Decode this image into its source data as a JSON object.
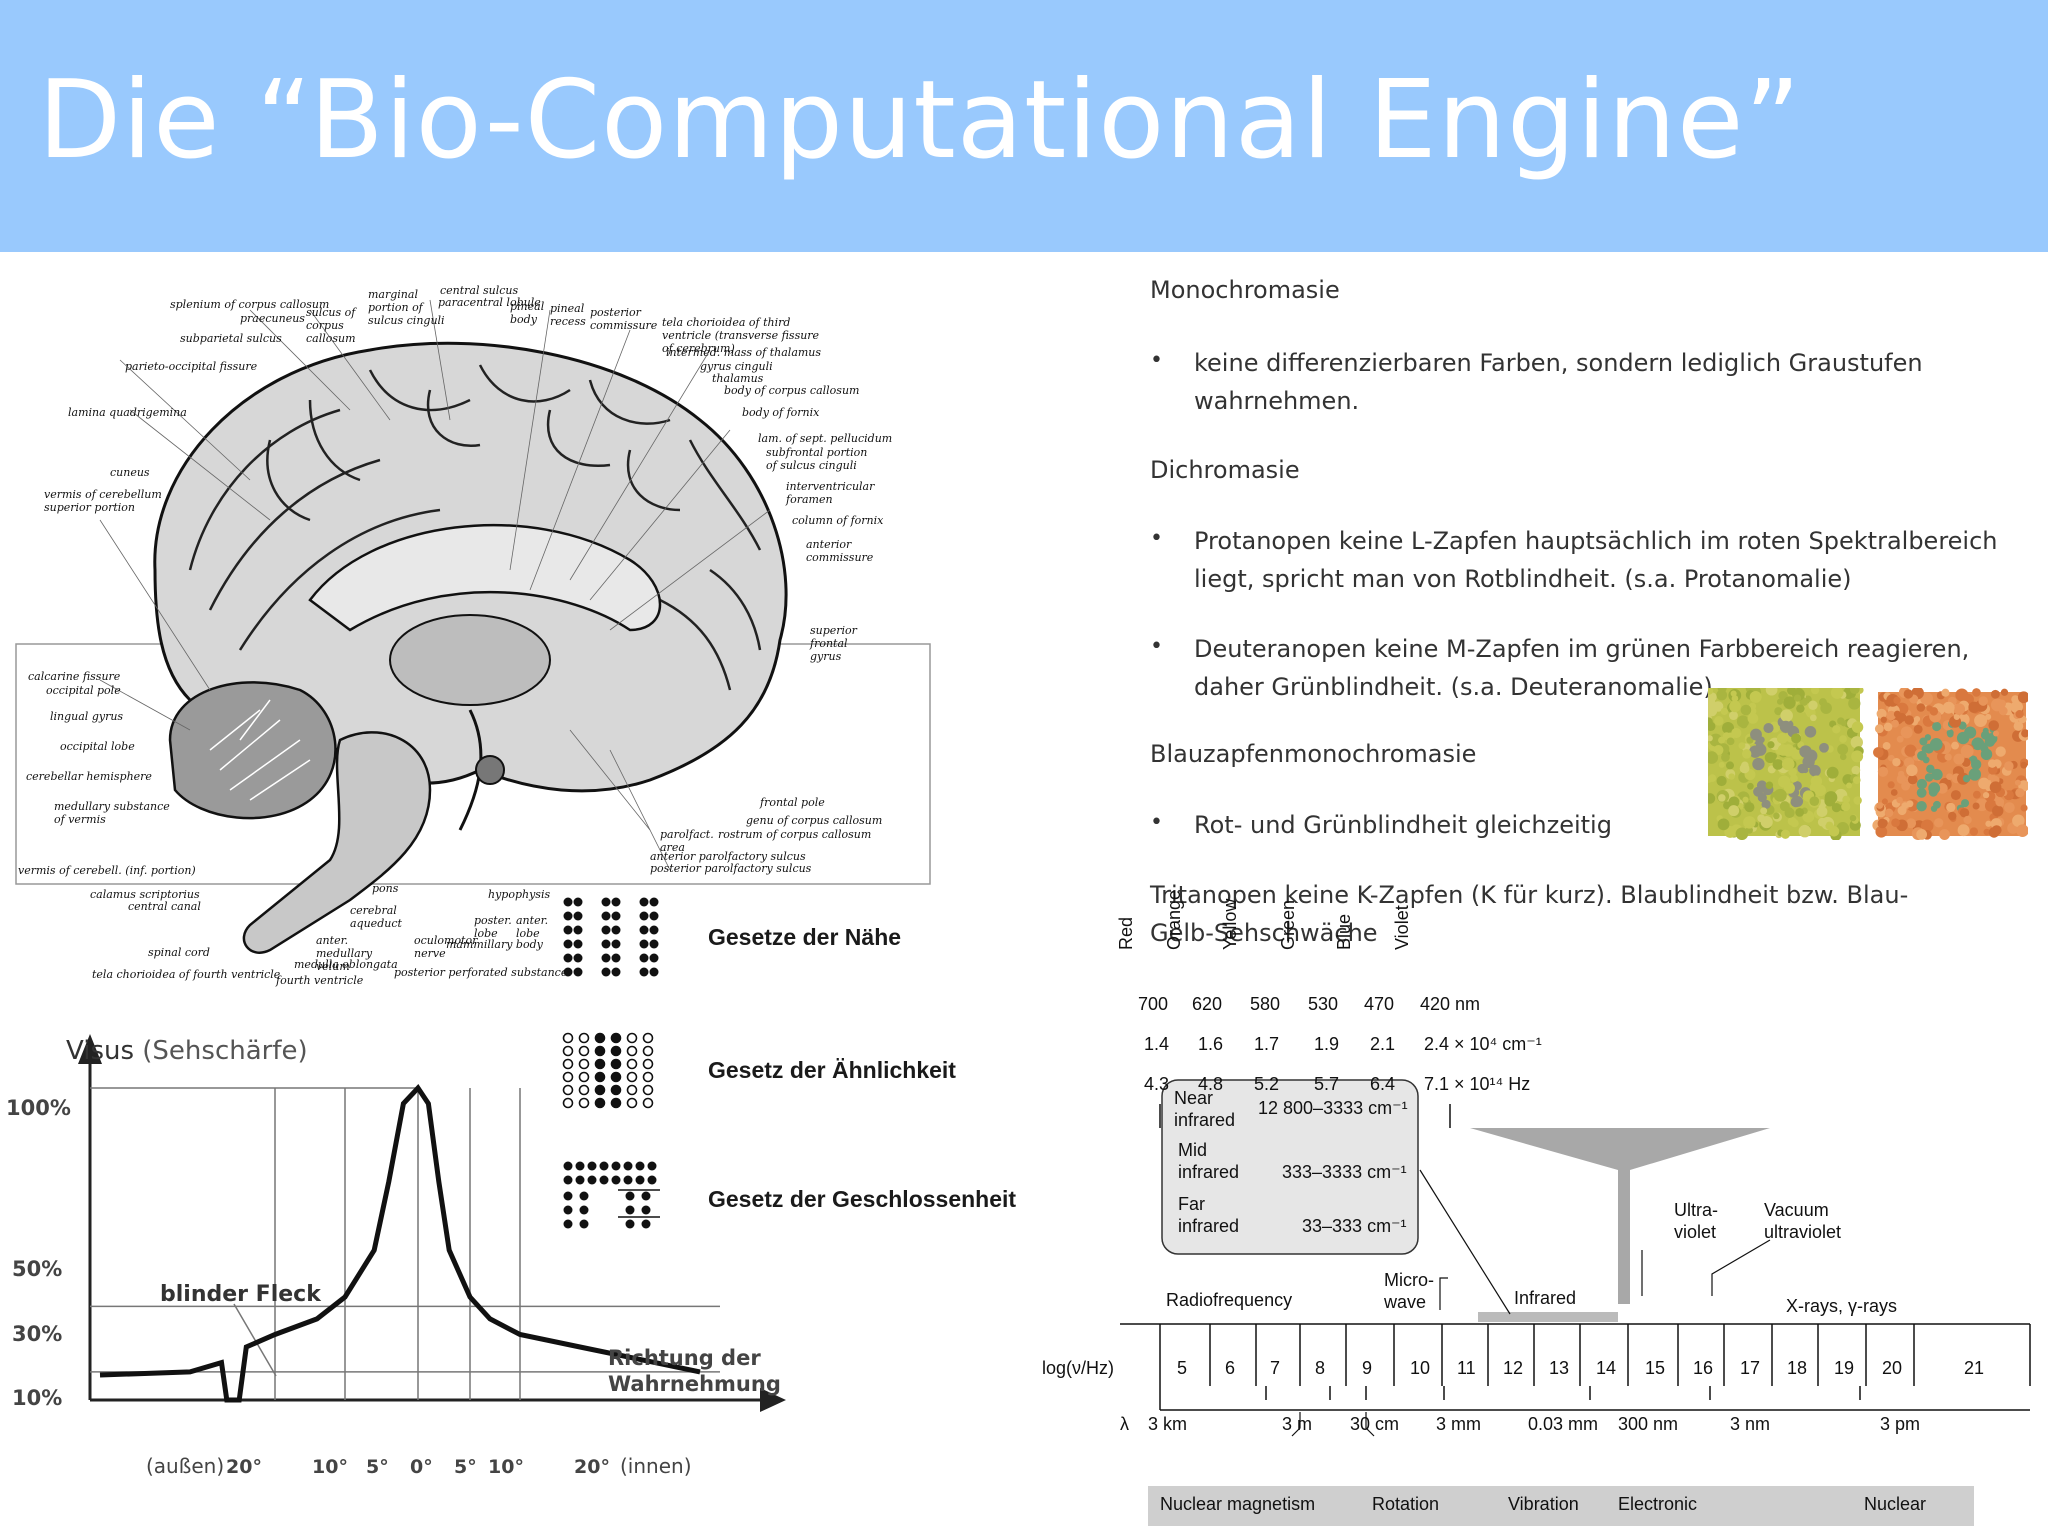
{
  "slide": {
    "title": "Die “Bio-Computational Engine”"
  },
  "text_panel": {
    "monochromasie": {
      "heading": "Monochromasie",
      "bullet": "keine differenzierbaren Farben, sondern lediglich Graustufen wahrnehmen."
    },
    "dichromasie": {
      "heading": "Dichromasie",
      "bullets": [
        "Protanopen keine L-Zapfen hauptsächlich im roten Spektralbereich liegt, spricht man von Rotblindheit. (s.a. Protanomalie)",
        "Deuteranopen keine M-Zapfen  im grünen Farbbereich reagieren, daher Grünblindheit. (s.a. Deuteranomalie)"
      ]
    },
    "blauzapfen": {
      "heading": "Blauzapfenmonochromasie",
      "bullet": "Rot- und Grünblindheit gleichzeitig"
    },
    "tritanopen": "Tritanopen keine K-Zapfen (K für kurz). Blaublindheit bzw. Blau-Gelb-Sehschwäche",
    "bullet_symbol": "•"
  },
  "brain_labels": [
    "splenium of corpus callosum",
    "praecuneus",
    "subparietal sulcus",
    "parieto-occipital fissure",
    "lamina quadrigemina",
    "cuneus",
    "vermis of cerebellum superior portion",
    "calcarine fissure",
    "occipital pole",
    "lingual gyrus",
    "occipital lobe",
    "cerebellar hemisphere",
    "medullary substance of vermis",
    "vermis of cerebell. (inf. portion)",
    "calamus scriptorius",
    "central canal",
    "spinal cord",
    "tela chorioidea of fourth ventricle",
    "marginal portion of sulcus cinguli",
    "sulcus of corpus callosum",
    "central sulcus",
    "paracentral lobule",
    "pineal body",
    "pineal recess",
    "posterior commissure",
    "tela chorioidea of third ventricle (transverse fissure of cerebrum)",
    "intermed. mass of thalamus",
    "gyrus cinguli",
    "thalamus",
    "body of corpus callosum",
    "body of fornix",
    "lam. of sept. pellucidum",
    "subfrontal portion of sulcus cinguli",
    "interventricular foramen",
    "column of fornix",
    "anterior commissure",
    "superior frontal gyrus",
    "frontal pole",
    "genu of corpus callosum",
    "rostrum of corpus callosum",
    "parolfact. area",
    "anterior parolfactory sulcus",
    "posterior parolfactory sulcus",
    "pons",
    "cerebral aqueduct",
    "anter. medullary velum",
    "medulla oblongata",
    "fourth ventricle",
    "hypophysis",
    "poster. lobe",
    "anter. lobe",
    "oculomotor nerve",
    "mammillary body",
    "posterior perforated substance"
  ],
  "gestalt": {
    "items": [
      {
        "label": "Gesetze der Nähe"
      },
      {
        "label": "Gesetz der Ähnlichkeit"
      },
      {
        "label": "Gesetz der Geschlossenheit"
      }
    ]
  },
  "visus_chart": {
    "title_main": "Visus",
    "title_paren": "(Sehschärfe)",
    "blind_spot_label": "blinder Fleck",
    "direction_label_1": "Richtung der",
    "direction_label_2": "Wahrnehmung",
    "y_ticks": [
      "100%",
      "50%",
      "30%",
      "10%"
    ],
    "x_ticks": [
      "(außen)",
      "20°",
      "10°",
      "5°",
      "0°",
      "5°",
      "10°",
      "20°",
      "(innen)"
    ]
  },
  "chart_data": {
    "type": "line",
    "title": "Visus (Sehschärfe)",
    "xlabel": "Richtung der Wahrnehmung",
    "ylabel": "",
    "x_tick_labels": [
      "(außen) 20°",
      "10°",
      "5°",
      "0°",
      "5°",
      "10°",
      "20° (innen)"
    ],
    "y_tick_labels": [
      "100%",
      "50%",
      "30%",
      "10%"
    ],
    "annotations": [
      "blinder Fleck"
    ],
    "series": [
      {
        "x": [
          -25,
          -20,
          -17,
          -16.5,
          -15,
          -14,
          -12,
          -10,
          -7,
          -5,
          -3,
          -2,
          -1,
          0,
          1,
          2,
          3,
          5,
          7,
          10,
          15,
          20,
          25
        ],
        "y": [
          8,
          9,
          12,
          0,
          0,
          17,
          19,
          21,
          26,
          33,
          48,
          70,
          95,
          100,
          95,
          70,
          48,
          33,
          26,
          21,
          17,
          13,
          9
        ]
      }
    ]
  },
  "spectrum": {
    "colors": [
      "Red",
      "Orange",
      "Yellow",
      "Green",
      "Blue",
      "Violet"
    ],
    "wavelengths": [
      "700",
      "620",
      "580",
      "530",
      "470",
      "420 nm"
    ],
    "wavenumbers": [
      "1.4",
      "1.6",
      "1.7",
      "1.9",
      "2.1"
    ],
    "wavenumber_last": "2.4 × 10⁴ cm⁻¹",
    "frequencies": [
      "4.3",
      "4.8",
      "5.2",
      "5.7",
      "6.4"
    ],
    "frequency_last": "7.1 × 10¹⁴ Hz",
    "ir_box": [
      {
        "name_1": "Near",
        "name_2": "infrared",
        "range": "12 800–3333 cm⁻¹"
      },
      {
        "name_1": "Mid",
        "name_2": "infrared",
        "range": "333–3333 cm⁻¹"
      },
      {
        "name_1": "Far",
        "name_2": "infrared",
        "range": "33–333 cm⁻¹"
      }
    ],
    "regions": {
      "radio": "Radiofrequency",
      "micro_1": "Micro-",
      "micro_2": "wave",
      "infrared": "Infrared",
      "uv_1": "Ultra-",
      "uv_2": "violet",
      "vuv_1": "Vacuum",
      "vuv_2": "ultraviolet",
      "xray": "X-rays, γ-rays"
    },
    "log_label": "log(ν/Hz)",
    "log_values": [
      "5",
      "6",
      "7",
      "8",
      "9",
      "10",
      "11",
      "12",
      "13",
      "14",
      "15",
      "16",
      "17",
      "18",
      "19",
      "20",
      "21"
    ],
    "lambda_symbol": "λ",
    "lambda_values": [
      "3 km",
      "3 m",
      "30 cm",
      "3 mm",
      "0.03 mm",
      "300 nm",
      "3 nm",
      "3 pm"
    ],
    "bottom_bar": [
      "Nuclear magnetism",
      "Rotation",
      "Vibration",
      "Electronic",
      "Nuclear"
    ],
    "colors_hex": {
      "bar_gray": "#cfcfcf",
      "funnel": "#a8a8a8"
    }
  },
  "ishihara": {
    "colors": {
      "left_bg": "#bcc24a",
      "left_fig": "#8e8f7e",
      "right_bg": "#e38b4e",
      "right_fig": "#6aa07a"
    }
  },
  "colors": {
    "header_bg": "#99c9fd",
    "title": "#ffffff"
  }
}
